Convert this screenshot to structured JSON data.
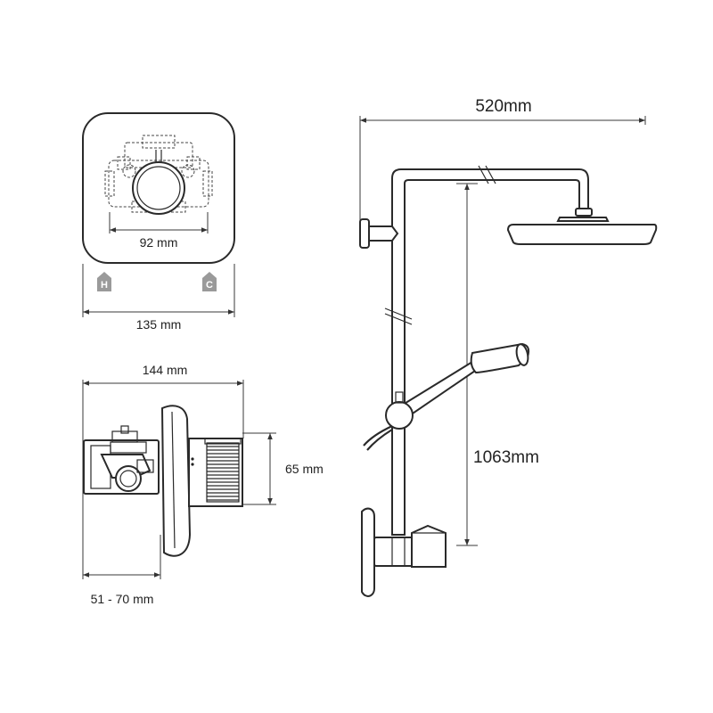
{
  "dimensions": {
    "inner_width": "92 mm",
    "plate_width": "135 mm",
    "overall_depth": "144 mm",
    "height": "65 mm",
    "wall_depth": "51 - 70 mm",
    "riser_width": "520mm",
    "riser_height": "1063mm"
  },
  "badges": {
    "hot": "H",
    "cold": "C"
  },
  "colors": {
    "line": "#2a2a2a",
    "badge": "#9a9a9a",
    "background": "#ffffff"
  }
}
